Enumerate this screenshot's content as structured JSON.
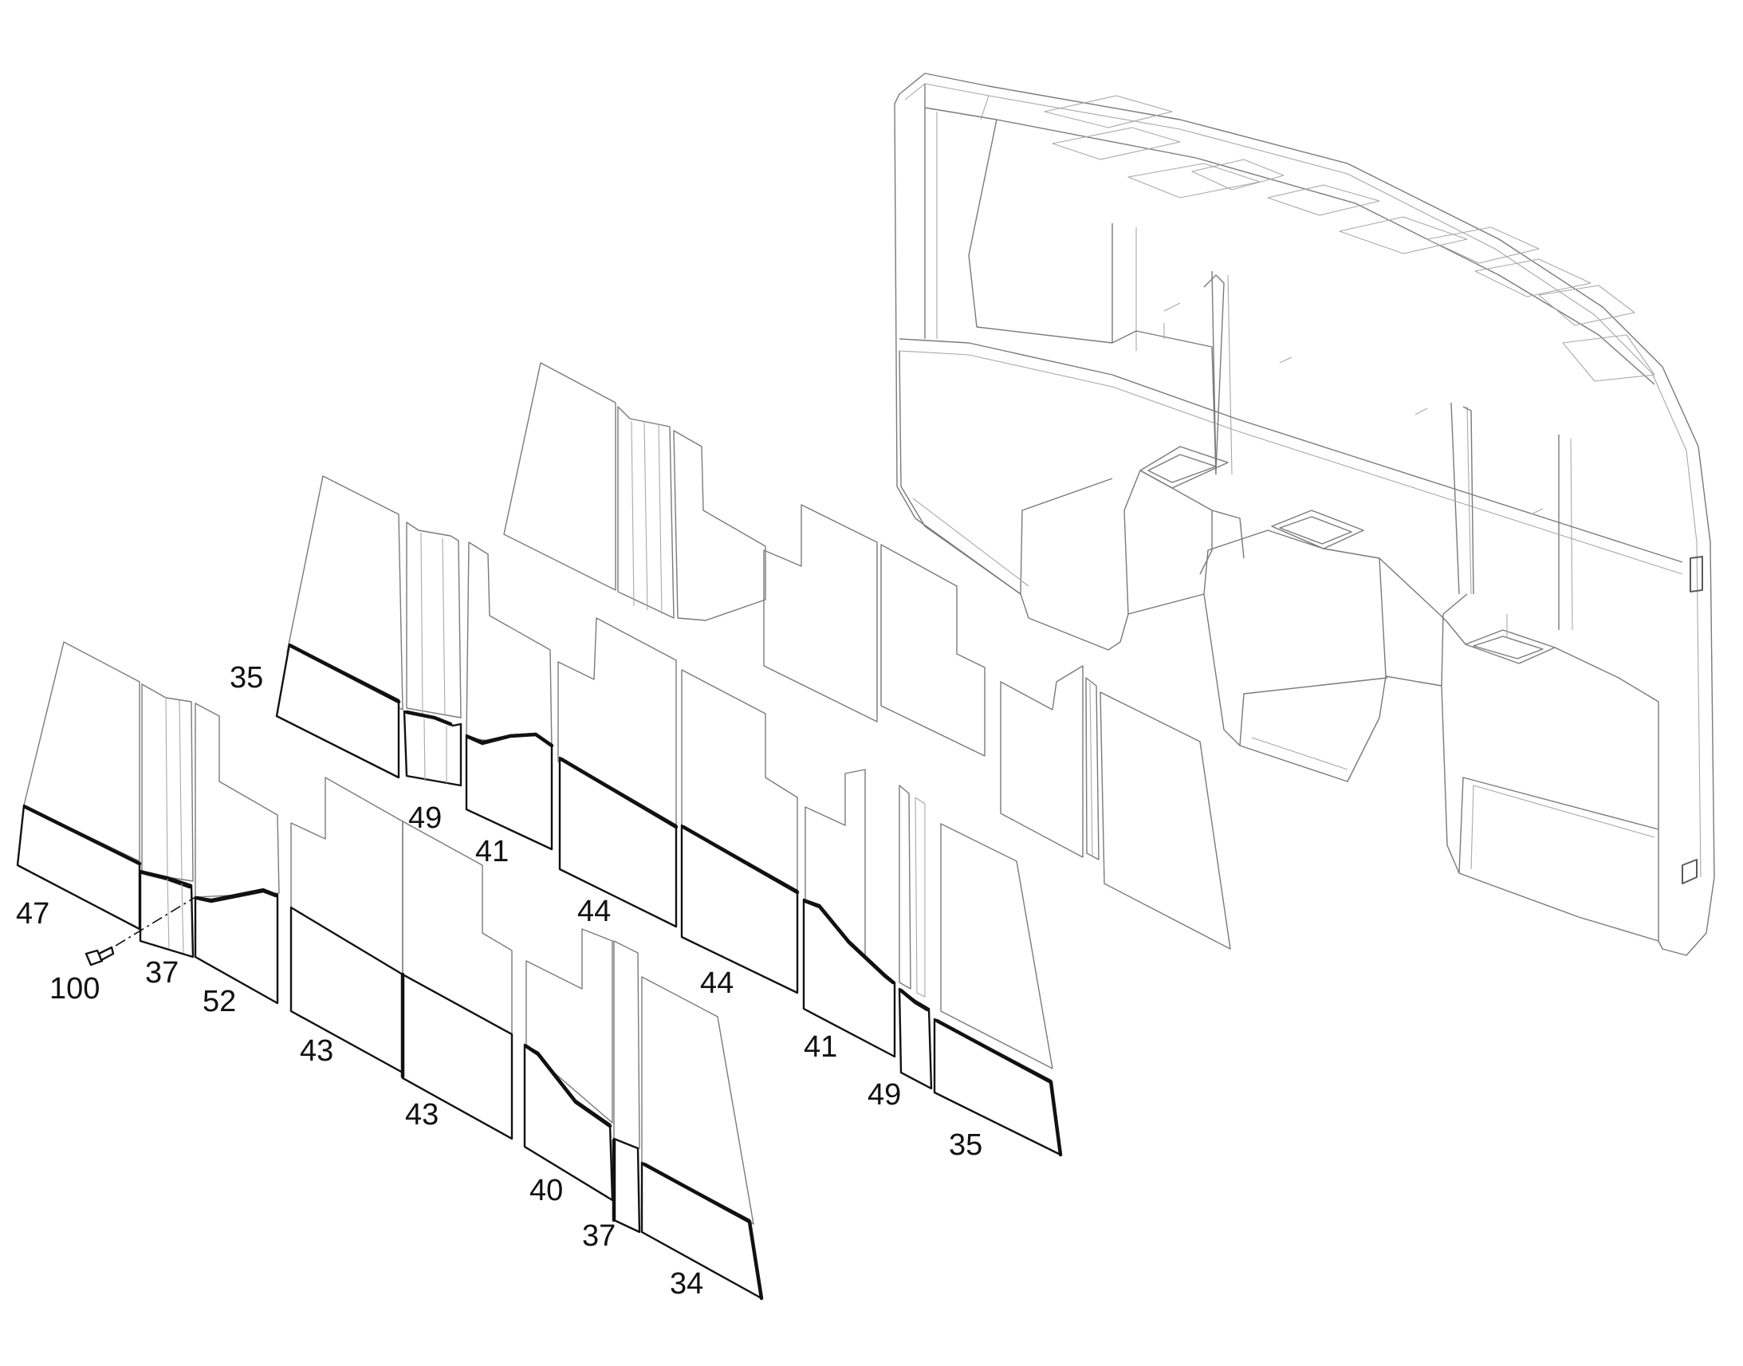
{
  "diagram": {
    "callouts": [
      {
        "id": "35-left",
        "text": "35"
      },
      {
        "id": "49-left",
        "text": "49"
      },
      {
        "id": "41-left",
        "text": "41"
      },
      {
        "id": "44-left",
        "text": "44"
      },
      {
        "id": "44-right",
        "text": "44"
      },
      {
        "id": "41-right",
        "text": "41"
      },
      {
        "id": "49-right",
        "text": "49"
      },
      {
        "id": "35-right",
        "text": "35"
      },
      {
        "id": "47",
        "text": "47"
      },
      {
        "id": "100",
        "text": "100"
      },
      {
        "id": "37-left",
        "text": "37"
      },
      {
        "id": "52",
        "text": "52"
      },
      {
        "id": "43-left",
        "text": "43"
      },
      {
        "id": "43-right",
        "text": "43"
      },
      {
        "id": "40",
        "text": "40"
      },
      {
        "id": "37-right",
        "text": "37"
      },
      {
        "id": "34",
        "text": "34"
      }
    ]
  }
}
